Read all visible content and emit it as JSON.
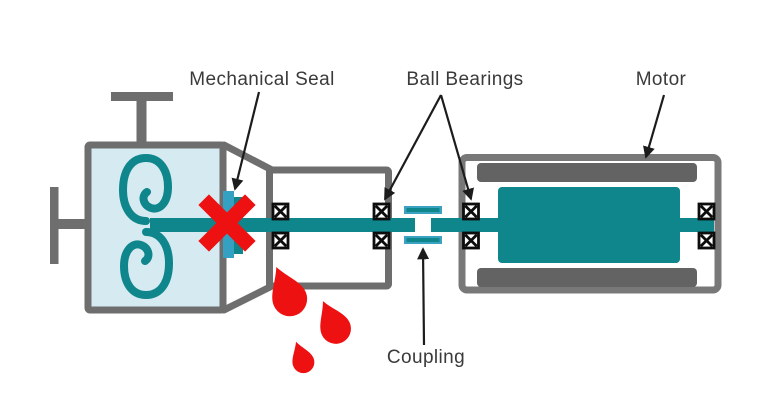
{
  "figure": {
    "labels": {
      "mechanical_seal": "Mechanical Seal",
      "ball_bearings": "Ball Bearings",
      "motor": "Motor",
      "coupling": "Coupling"
    },
    "icons": {
      "failure_mark": "red-x-icon",
      "leak": "red-drop-icon",
      "bearing_symbol": "boxed-x-bearing-icon",
      "impeller": "spiral-impeller-icon"
    },
    "colors": {
      "teal": "#0E868C",
      "casing_fill": "#D6EAF1",
      "gray": "#6E6E6E",
      "frame_gray": "#787878",
      "stator_gray": "#636363",
      "seal_blue": "#34A0C2",
      "coupling_blue": "#3BA2C2",
      "red": "#EE1111",
      "bearing_black": "#0D0D0D",
      "arrow": "#1C1C1C",
      "text": "#3A3A3A",
      "background": "#FFFFFF"
    }
  }
}
